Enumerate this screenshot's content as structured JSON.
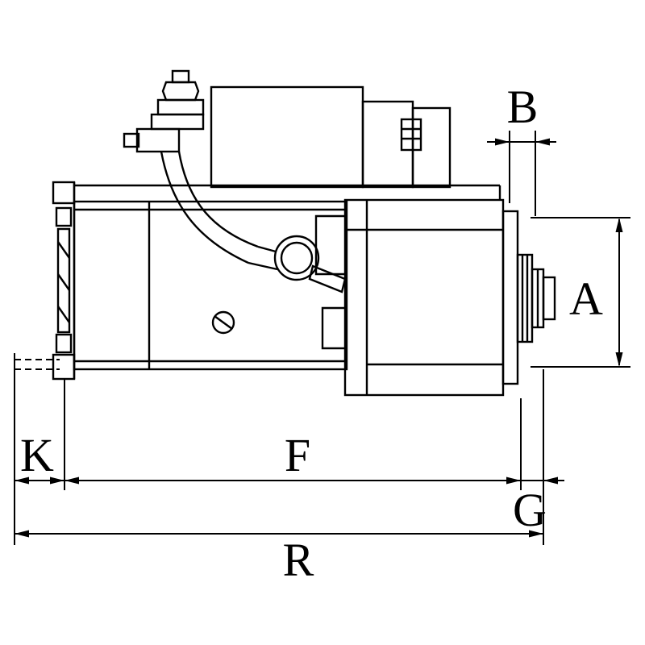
{
  "page": {
    "background_color": "#ffffff",
    "line_color": "#000000"
  },
  "diagram": {
    "type": "technical-dimension-drawing",
    "subject": "starter-motor-side-view",
    "labels": {
      "A": "A",
      "B": "B",
      "K": "K",
      "F": "F",
      "G": "G",
      "R": "R"
    }
  }
}
